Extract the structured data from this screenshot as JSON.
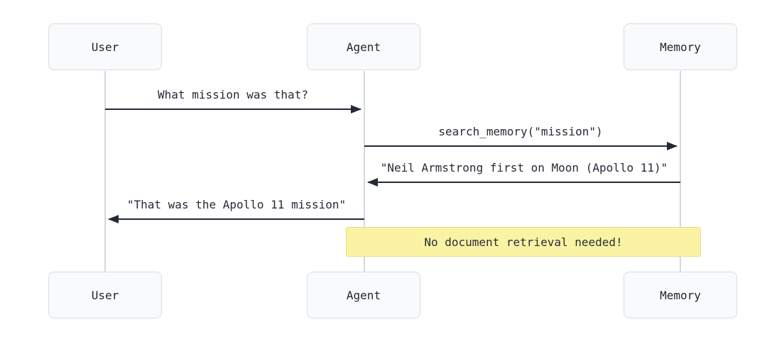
{
  "diagram": {
    "type": "sequence-diagram",
    "actors": [
      {
        "id": "user",
        "label": "User"
      },
      {
        "id": "agent",
        "label": "Agent"
      },
      {
        "id": "memory",
        "label": "Memory"
      }
    ],
    "messages": [
      {
        "from": "User",
        "to": "Agent",
        "direction": "right",
        "text": "What mission was that?"
      },
      {
        "from": "Agent",
        "to": "Memory",
        "direction": "right",
        "text": "search_memory(\"mission\")"
      },
      {
        "from": "Memory",
        "to": "Agent",
        "direction": "left",
        "text": "\"Neil Armstrong first on Moon (Apollo 11)\""
      },
      {
        "from": "Agent",
        "to": "User",
        "direction": "left",
        "text": "\"That was the Apollo 11 mission\""
      }
    ],
    "note": {
      "over": "Agent,Memory",
      "text": "No document retrieval needed!"
    },
    "colors": {
      "background": "#ffffff",
      "actor_box_fill": "#f8fafb",
      "actor_box_border": "#d8dee4",
      "lifeline": "#d3d8dd",
      "message_line": "#232936",
      "text": "#252b36",
      "note_fill": "#faf3a3",
      "note_border": "#e8da86"
    }
  }
}
